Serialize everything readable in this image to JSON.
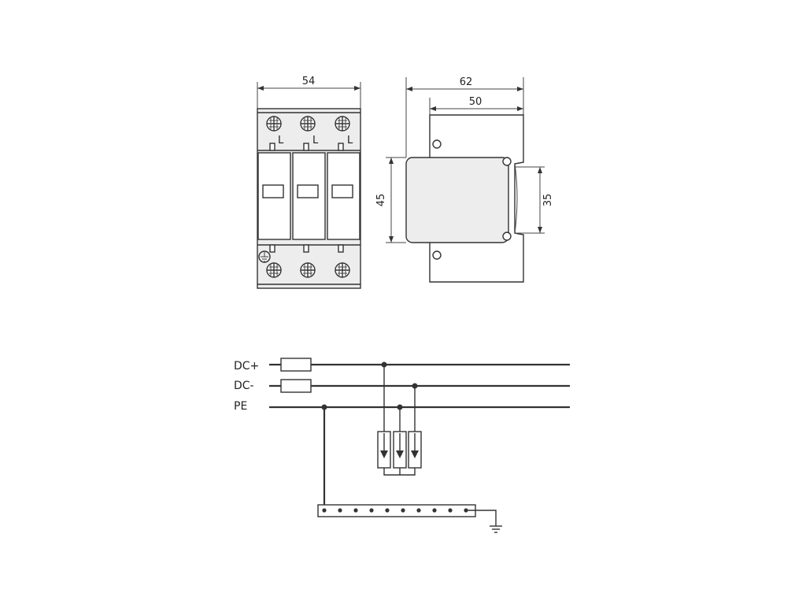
{
  "dimensions": {
    "front_width": "54",
    "side_width": "62",
    "side_rail_width": "50",
    "side_height": "45",
    "rail_height": "35"
  },
  "terminal_labels": [
    "L",
    "L",
    "L"
  ],
  "wiring": {
    "lines": [
      "DC+",
      "DC-",
      "PE"
    ]
  },
  "icons": [
    "screw-terminal-icon",
    "earth-terminal-icon",
    "ground-icon",
    "arrester-icon",
    "fuse-icon"
  ]
}
